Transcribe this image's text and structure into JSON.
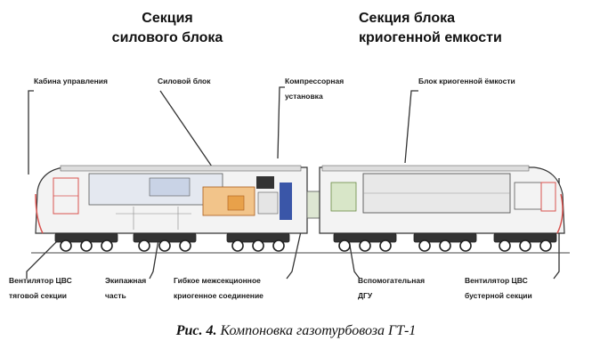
{
  "sections": {
    "power": "Секция\nсилового блока",
    "cryo": "Секция блока\nкриогенной емкости"
  },
  "labels": {
    "cab": "Кабина управления",
    "power_block": "Силовой блок",
    "compressor": "Компрессорная\nустановка",
    "cryo_block": "Блок криогенной ёмкости",
    "fan_traction": "Вентилятор ЦВС\nтяговой секции",
    "undercarriage": "Экипажная\nчасть",
    "flex_link": "Гибкое межсекционное\nкриогенное соединение",
    "aux_dgu": "Вспомогательная\nДГУ",
    "fan_booster": "Вентилятор ЦВС\nбустерной секции"
  },
  "caption": {
    "prefix": "Рис. 4.",
    "text": " Компоновка газотурбовоза ГТ-1"
  },
  "colors": {
    "line": "#333333",
    "accent_red": "#d9534f",
    "accent_blue": "#3a56a8",
    "accent_orange": "#e8a14a"
  }
}
